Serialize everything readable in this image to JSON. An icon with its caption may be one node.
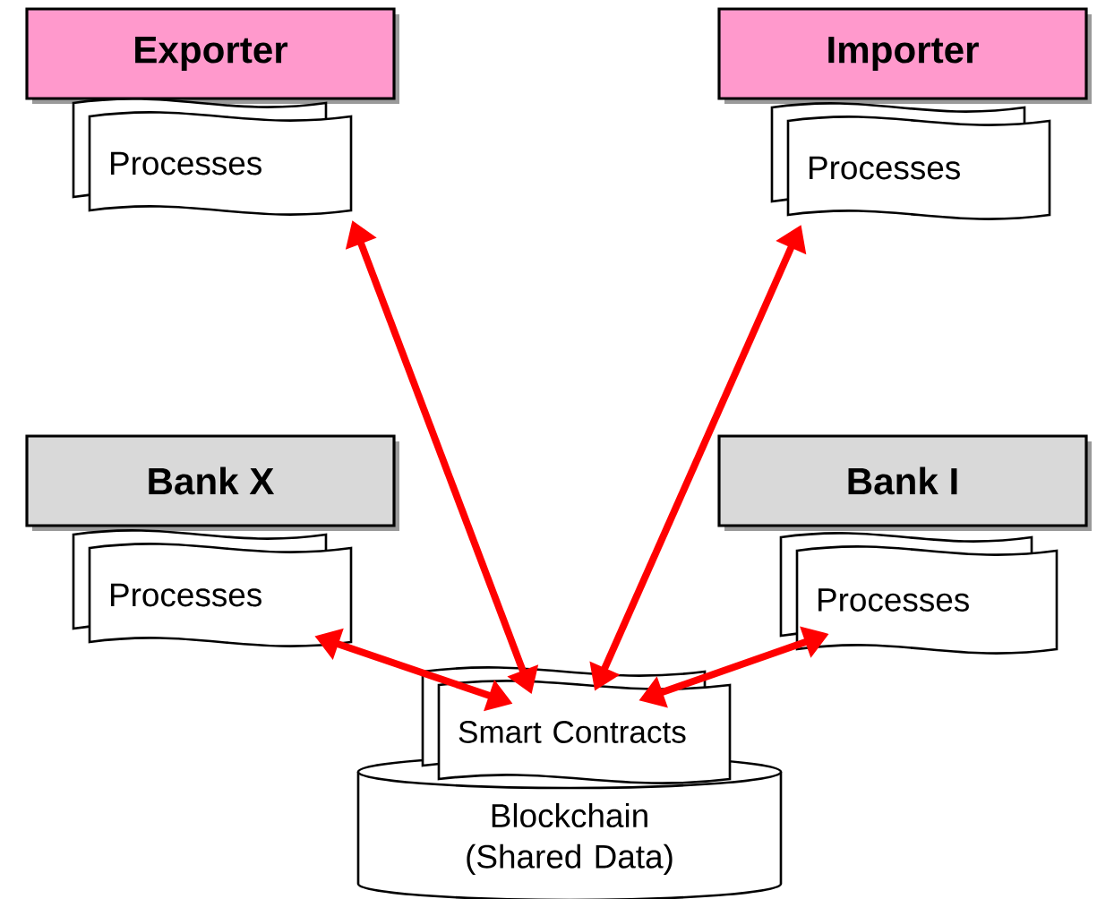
{
  "diagram": {
    "nodes": [
      {
        "text": [
          "Exporter"
        ]
      },
      {
        "text": [
          "Processes"
        ]
      },
      {
        "text": [
          "Importer"
        ]
      },
      {
        "text": [
          "Processes"
        ]
      },
      {
        "text": [
          "Bank X"
        ]
      },
      {
        "text": [
          "Processes"
        ]
      },
      {
        "text": [
          "Bank I"
        ]
      },
      {
        "text": [
          "Processes"
        ]
      },
      {
        "text": [
          "Smart Contracts"
        ]
      },
      {
        "text": [
          "Blockchain (Shared Data)"
        ]
      }
    ],
    "edges": [
      {
        "from": 1,
        "to": 8,
        "arrow": "both"
      },
      {
        "from": 3,
        "to": 8,
        "arrow": "both"
      },
      {
        "from": 5,
        "to": 8,
        "arrow": "both"
      },
      {
        "from": 7,
        "to": 8,
        "arrow": "both"
      }
    ]
  }
}
